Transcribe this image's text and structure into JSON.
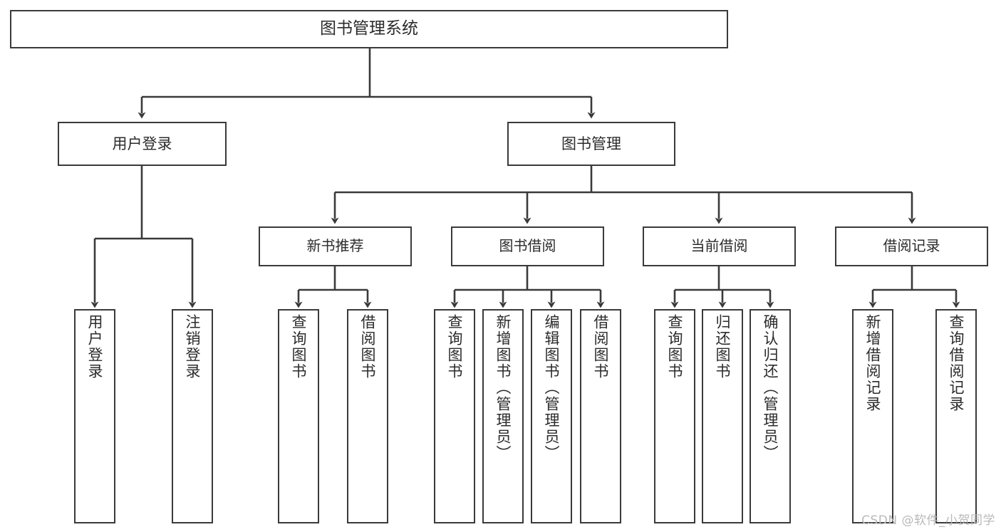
{
  "diagram": {
    "title": "图书管理系统",
    "watermark": "CSDN @软件_小贺同学",
    "accent_color": "#3a3a3a",
    "background_color": "#ffffff",
    "text_color": "#2b2b2b",
    "watermark_color": "#b9b9b9"
  },
  "nodes": {
    "root": {
      "label": "图书管理系统"
    },
    "level1": [
      {
        "label": "用户登录"
      },
      {
        "label": "图书管理"
      }
    ],
    "level2": [
      {
        "label": "新书推荐"
      },
      {
        "label": "图书借阅"
      },
      {
        "label": "当前借阅"
      },
      {
        "label": "借阅记录"
      }
    ],
    "leaves": {
      "user_login": [
        {
          "label": "用户登录"
        },
        {
          "label": "注销登录"
        }
      ],
      "new_book": [
        {
          "label": "查询图书"
        },
        {
          "label": "借阅图书"
        }
      ],
      "borrow_book": [
        {
          "label": "查询图书"
        },
        {
          "label": "新增图书（管理员）"
        },
        {
          "label": "编辑图书（管理员）"
        },
        {
          "label": "借阅图书"
        }
      ],
      "current_borrow": [
        {
          "label": "查询图书"
        },
        {
          "label": "归还图书"
        },
        {
          "label": "确认归还（管理员）"
        }
      ],
      "borrow_record": [
        {
          "label": "新增借阅记录"
        },
        {
          "label": "查询借阅记录"
        }
      ]
    }
  }
}
